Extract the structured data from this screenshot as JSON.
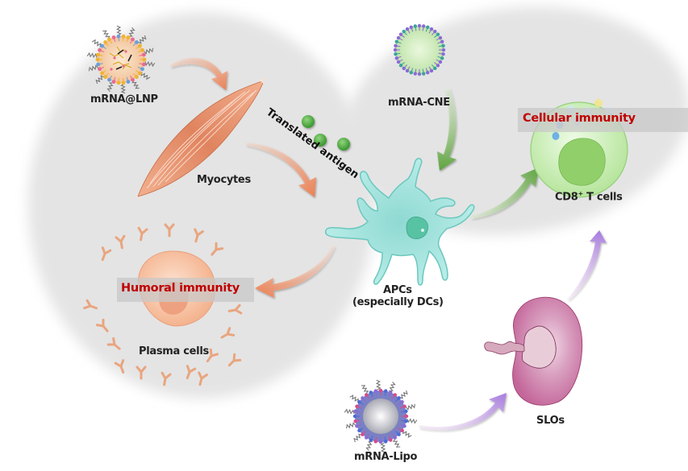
{
  "figure": {
    "nodes": {
      "lnp": {
        "label": "mRNA@LNP"
      },
      "myocytes": {
        "label": "Myocytes"
      },
      "translated_antigen": {
        "label": "Translated antigen"
      },
      "cne": {
        "label": "mRNA-CNE"
      },
      "apc": {
        "label_line1": "APCs",
        "label_line2": "(especially DCs)"
      },
      "tcell": {
        "label_main": "CD8",
        "label_sup": "+",
        "label_rest": " T cells"
      },
      "plasma": {
        "label": "Plasma cells"
      },
      "slo": {
        "label": "SLOs"
      },
      "lipo": {
        "label": "mRNA-Lipo"
      }
    },
    "outcomes": {
      "humoral": {
        "label": "Humoral immunity"
      },
      "cellular": {
        "label": "Cellular immunity"
      }
    },
    "colors": {
      "outcome_text": "#c00000",
      "arrow_orange": "#ee8c63",
      "arrow_green": "#6aa84f",
      "arrow_purple": "#a97fe0",
      "apc_fill": "#a6e3de",
      "muscle": "#e08a66",
      "plasma_fill": "#f7c2a5",
      "tcell_fill": "#cdeebb",
      "slo_fill": "#d27aa8",
      "antigen": "#4ea83f"
    },
    "edges": [
      {
        "from": "mRNA@LNP",
        "to": "Myocytes"
      },
      {
        "from": "Myocytes",
        "to": "APCs"
      },
      {
        "from": "mRNA-CNE",
        "to": "APCs"
      },
      {
        "from": "APCs",
        "to": "CD8+ T cells"
      },
      {
        "from": "APCs",
        "to": "Plasma cells"
      },
      {
        "from": "mRNA-Lipo",
        "to": "SLOs"
      },
      {
        "from": "SLOs",
        "to": "CD8+ T cells"
      }
    ]
  }
}
